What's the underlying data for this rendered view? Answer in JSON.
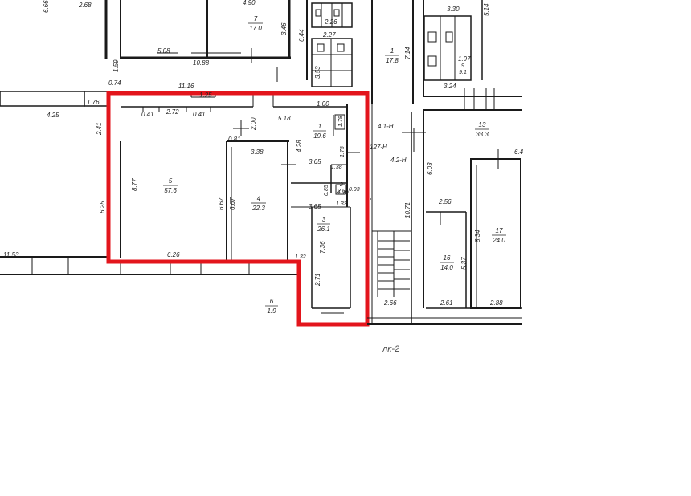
{
  "highlight_color": "#e3151c",
  "wall_color": "#1a1a1a",
  "sheet_note": "лк-2",
  "rooms": [
    {
      "key": "r5",
      "number": "5",
      "area": "57.6"
    },
    {
      "key": "r4",
      "number": "4",
      "area": "22.3"
    },
    {
      "key": "r1",
      "number": "1",
      "area": "19.6"
    },
    {
      "key": "r2",
      "number": "2",
      "area": "2.0"
    },
    {
      "key": "r3",
      "number": "3",
      "area": "26.1"
    },
    {
      "key": "r6",
      "number": "6",
      "area": "1.9"
    },
    {
      "key": "r7",
      "number": "7",
      "area": "17.0"
    },
    {
      "key": "r1b",
      "number": "1",
      "area": "17.8"
    },
    {
      "key": "r13",
      "number": "13",
      "area": "33.3"
    },
    {
      "key": "r16",
      "number": "16",
      "area": "14.0"
    },
    {
      "key": "r17",
      "number": "17",
      "area": "24.0"
    },
    {
      "key": "r9",
      "number": "9",
      "area": "9.1"
    }
  ],
  "codes": {
    "h41": "4.1-H",
    "h42": "4.2-H",
    "h127": "127-H"
  },
  "dims": {
    "d1": "6.66",
    "d2": "2.68",
    "d3": "4.90",
    "d4": "3.46",
    "d5": "5.08",
    "d6": "10.88",
    "d7": "1.59",
    "d8": "0.74",
    "d9": "11.16",
    "d10": "1.76",
    "d11": "4.25",
    "d12": "2.41",
    "d13": "0.41",
    "d14": "2.72",
    "d15": "0.41",
    "d16": "1.25",
    "d17": "2.00",
    "d18": "5.18",
    "d19": "1.00",
    "d20": "1.78",
    "d21": "0.81",
    "d22": "3.38",
    "d23": "4.28",
    "d24": "1.75",
    "d25": "8.77",
    "d26": "6.25",
    "d27": "6.67",
    "d28": "6.67",
    "d29": "3.65",
    "d30": "3.65",
    "d31": "1.38",
    "d32": "0.85",
    "d33": "1.32",
    "d34": "7.36",
    "d35": "1.32",
    "d36": "2.71",
    "d37": "6.26",
    "d38": "11.53",
    "d39": "2.66",
    "d40": "6.03",
    "d41": "2.56",
    "d42": "8.34",
    "d43": "5.37",
    "d44": "2.61",
    "d45": "2.88",
    "d46": "10.71",
    "d47": "7.14",
    "d48": "3.30",
    "d49": "1.97",
    "d50": "3.24",
    "d51": "2.26",
    "d52": "2.27",
    "d53": "6.44",
    "d54": "3.53",
    "d55": "5.14",
    "d56": "0.93",
    "d57": "1.19",
    "d58": "6.4"
  }
}
